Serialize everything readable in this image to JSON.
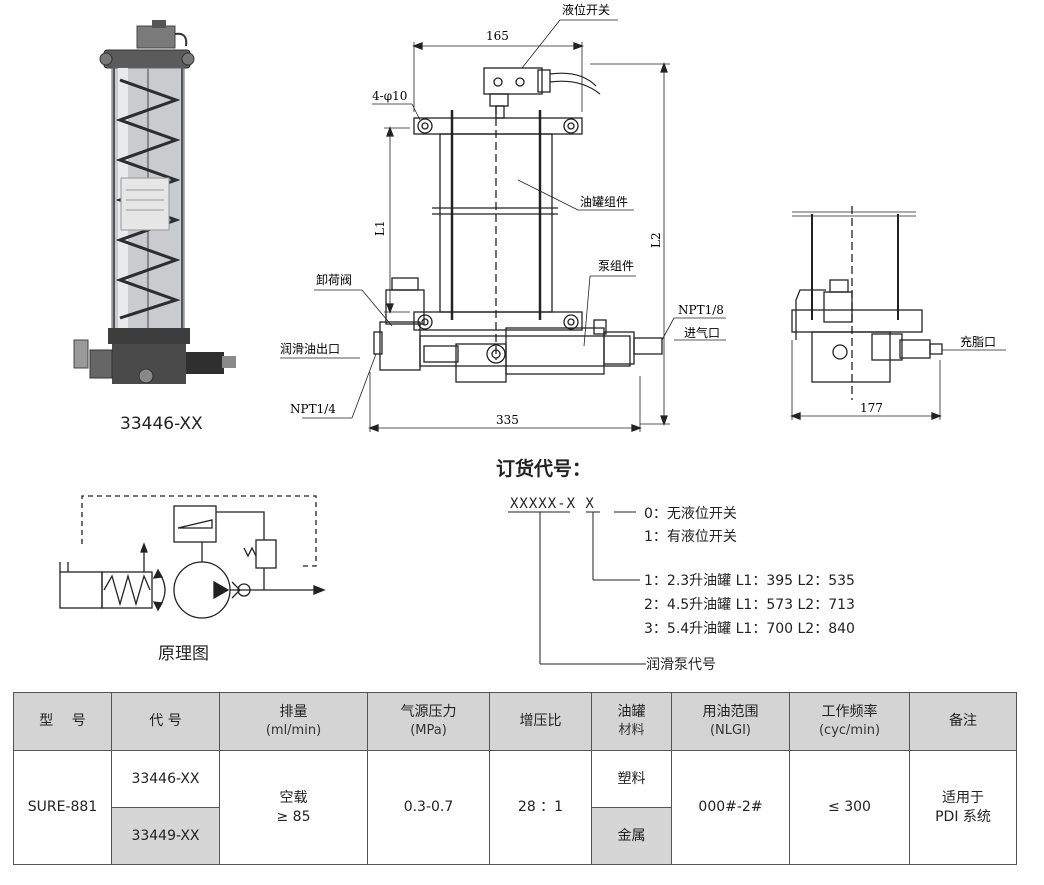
{
  "photo": {
    "caption": "33446-XX"
  },
  "drawing": {
    "label_switch": "液位开关",
    "dim_165": "165",
    "label_holes": "4-φ10",
    "label_tank_assembly": "油罐组件",
    "label_l1": "L1",
    "label_l2": "L2",
    "label_pump_assembly": "泵组件",
    "label_relief_valve": "卸荷阀",
    "label_npt18": "NPT1/8",
    "label_air_inlet": "进气口",
    "label_lube_outlet": "润滑油出口",
    "label_npt14": "NPT1/4",
    "dim_335": "335",
    "dim_177": "177",
    "label_fill_port": "充脂口"
  },
  "order": {
    "title": "订货代号：",
    "code": "XXXXX-X  X",
    "switch_options": [
      "0：无液位开关",
      "1：有液位开关"
    ],
    "tank_options": [
      "1：2.3升油罐  L1：395  L2：535",
      "2：4.5升油罐  L1：573  L2：713",
      "3：5.4升油罐  L1：700  L2：840"
    ],
    "pump_code": "润滑泵代号"
  },
  "schematic": {
    "caption": "原理图"
  },
  "table": {
    "headers": [
      {
        "main": "型　 号",
        "sub": ""
      },
      {
        "main": "代 号",
        "sub": ""
      },
      {
        "main": "排量",
        "sub": "(ml/min)"
      },
      {
        "main": "气源压力",
        "sub": "(MPa)"
      },
      {
        "main": "增压比",
        "sub": ""
      },
      {
        "main": "油罐",
        "sub": "材料"
      },
      {
        "main": "用油范围",
        "sub": "(NLGI)"
      },
      {
        "main": "工作频率",
        "sub": "(cyc/min)"
      },
      {
        "main": "备注",
        "sub": ""
      }
    ],
    "row": {
      "model": "SURE-881",
      "code_1": "33446-XX",
      "code_2": "33449-XX",
      "displacement_1": "空载",
      "displacement_2": "≥ 85",
      "air_pressure": "0.3-0.7",
      "ratio": "28 ：1",
      "material_1": "塑料",
      "material_2": "金属",
      "nlgi": "000#-2#",
      "frequency": "≤ 300",
      "remark_1": "适用于",
      "remark_2": "PDI 系统"
    }
  },
  "colors": {
    "header_bg": "#d4d4d4",
    "shaded_cell": "#d6d6d6",
    "line": "#222222"
  }
}
